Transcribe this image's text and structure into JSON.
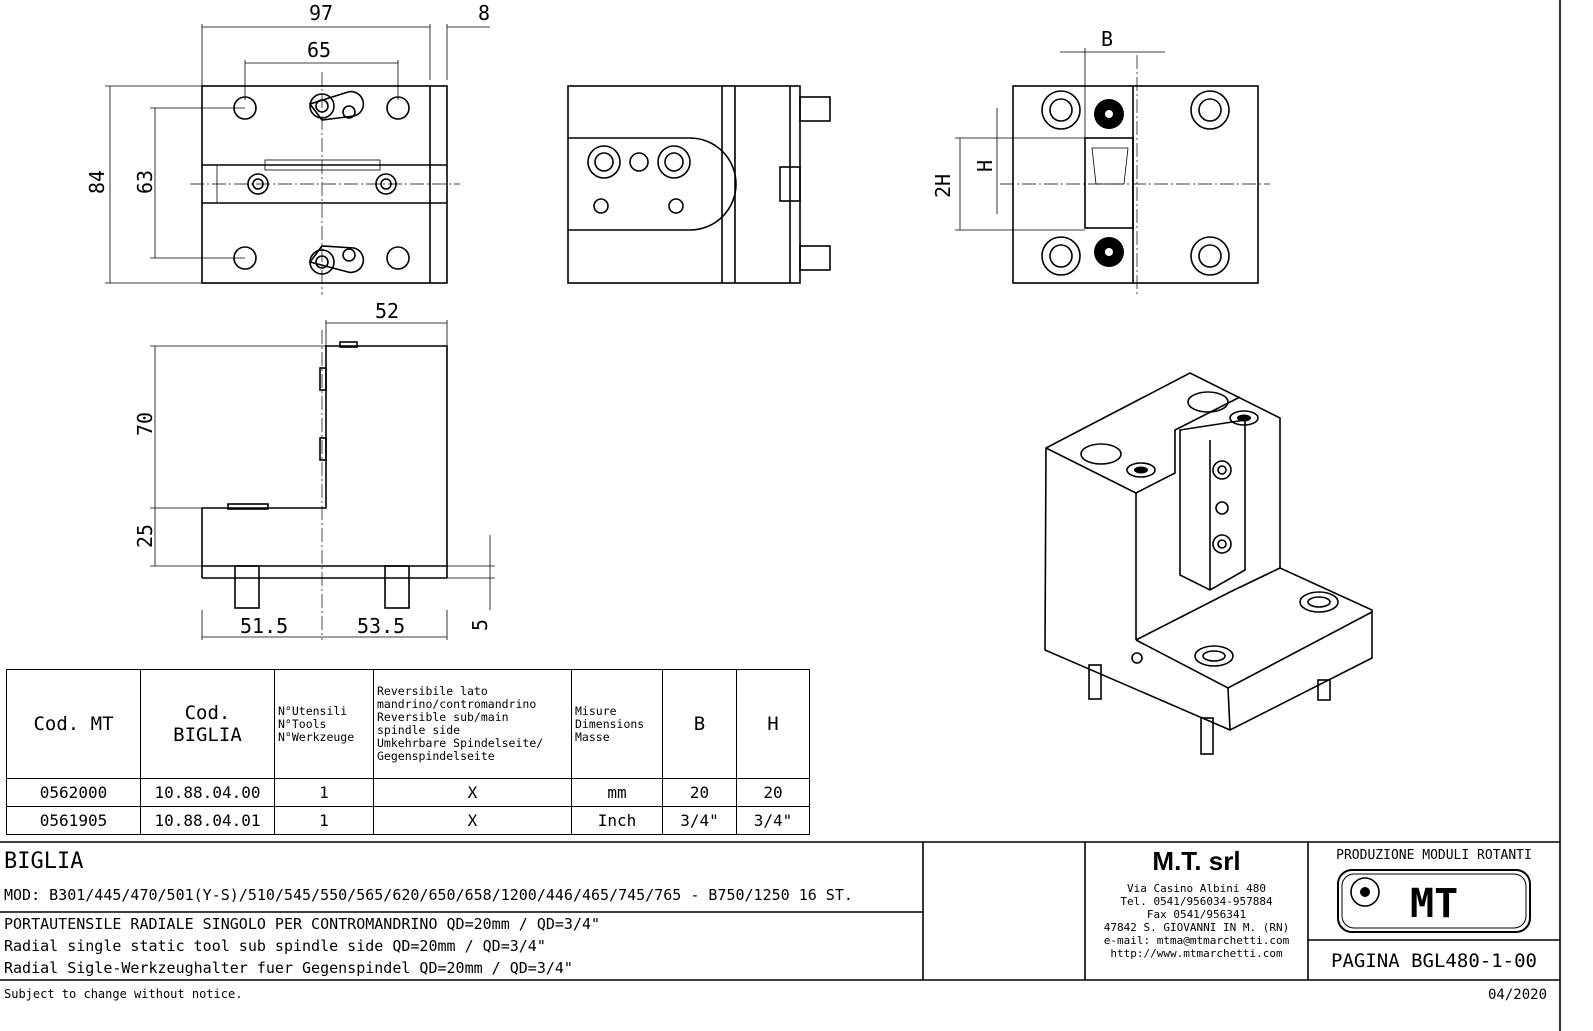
{
  "dimensions": {
    "top_width": "97",
    "top_offset": "8",
    "hole_spacing": "65",
    "height": "84",
    "hole_height": "63",
    "depth": "52",
    "upper_height": "70",
    "lower_height": "25",
    "pin_length": "5",
    "left_offset": "51.5",
    "right_offset": "53.5",
    "b_label": "B",
    "h_label": "H",
    "two_h_label": "2H"
  },
  "table": {
    "headers": {
      "cod_mt": "Cod. MT",
      "cod_biglia_1": "Cod.",
      "cod_biglia_2": "BIGLIA",
      "tools_1": "N°Utensili",
      "tools_2": "N°Tools",
      "tools_3": "N°Werkzeuge",
      "rev_1": "Reversibile lato",
      "rev_2": "mandrino/contromandrino",
      "rev_3": "Reversible sub/main",
      "rev_4": "spindle side",
      "rev_5": "Umkehrbare Spindelseite/",
      "rev_6": "Gegenspindelseite",
      "dims_1": "Misure",
      "dims_2": "Dimensions",
      "dims_3": "Masse",
      "b": "B",
      "h": "H"
    },
    "rows": [
      {
        "cod_mt": "0562000",
        "cod_biglia": "10.88.04.00",
        "tools": "1",
        "reversible": "X",
        "units": "mm",
        "b": "20",
        "h": "20"
      },
      {
        "cod_mt": "0561905",
        "cod_biglia": "10.88.04.01",
        "tools": "1",
        "reversible": "X",
        "units": "Inch",
        "b": "3/4\"",
        "h": "3/4\""
      }
    ]
  },
  "title_block": {
    "brand": "BIGLIA",
    "models": "MOD: B301/445/470/501(Y-S)/510/545/550/565/620/650/658/1200/446/465/745/765 - B750/1250 16 ST.",
    "desc_it": "PORTAUTENSILE RADIALE SINGOLO PER CONTROMANDRINO QD=20mm / QD=3/4\"",
    "desc_en": "Radial single static tool sub spindle side QD=20mm / QD=3/4\"",
    "desc_de": "Radial Sigle-Werkzeughalter fuer Gegenspindel QD=20mm / QD=3/4\"",
    "company": "M.T. srl",
    "addr_1": "Via Casino Albini 480",
    "addr_2": "Tel. 0541/956034-957884",
    "addr_3": "Fax 0541/956341",
    "addr_4": "47842 S. GIOVANNI IN M. (RN)",
    "addr_5": "e-mail: mtma@mtmarchetti.com",
    "addr_6": "http://www.mtmarchetti.com",
    "production": "PRODUZIONE MODULI ROTANTI",
    "logo_text": "MT",
    "page": "PAGINA BGL480-1-00",
    "notice": "Subject to change without notice.",
    "date": "04/2020"
  }
}
